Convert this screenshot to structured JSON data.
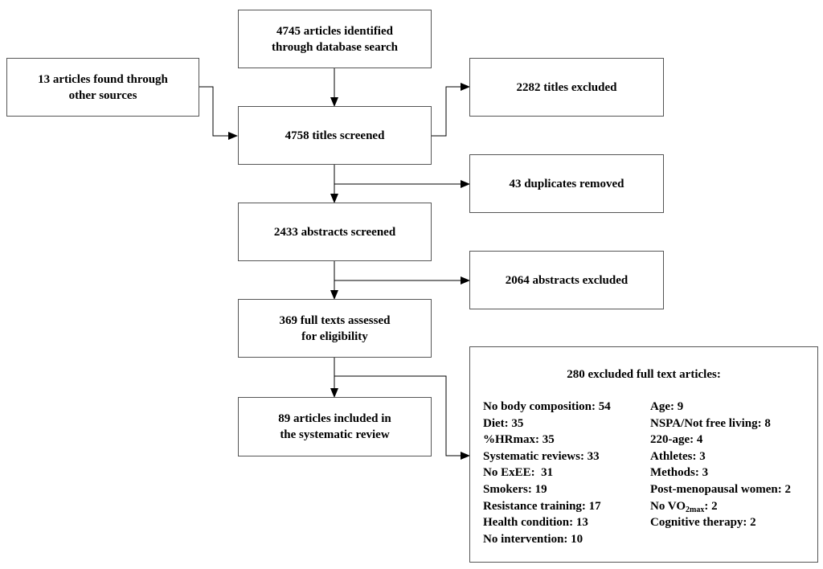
{
  "boxes": {
    "database": "4745 articles identified\nthrough database search",
    "other": "13 articles found through\nother sources",
    "titles_screened": "4758 titles screened",
    "titles_excluded": "2282 titles excluded",
    "duplicates": "43 duplicates removed",
    "abstracts_screened": "2433 abstracts screened",
    "abstracts_excluded": "2064 abstracts excluded",
    "full_texts": "369 full texts assessed\nfor eligibility",
    "included": "89 articles included in\nthe systematic review"
  },
  "exclusions": {
    "title": "280 excluded full text articles:",
    "left": [
      "No body composition: 54",
      "Diet: 35",
      "%HRmax: 35",
      "Systematic reviews: 33",
      "No ExEE:  31",
      "Smokers: 19",
      "Resistance training: 17",
      "Health condition: 13",
      "No intervention: 10"
    ],
    "right": [
      "Age: 9",
      "NSPA/Not free living: 8",
      "220-age: 4",
      "Athletes: 3",
      "Methods: 3",
      "Post-menopausal women: 2"
    ],
    "vo2": {
      "prefix": "No VO",
      "sub": "2max",
      "suffix": ": 2"
    },
    "cognitive": "Cognitive therapy: 2"
  }
}
